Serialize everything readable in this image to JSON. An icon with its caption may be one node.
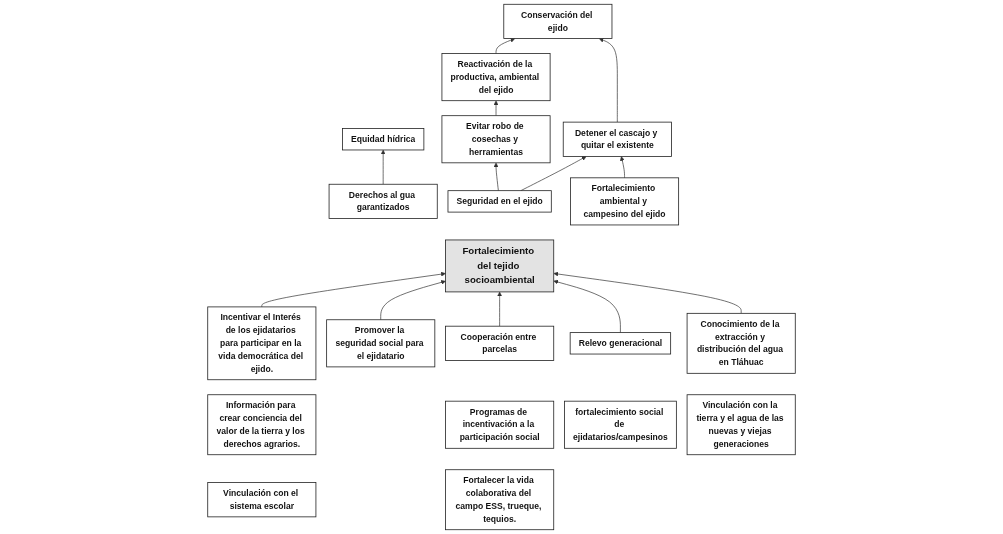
{
  "diagram": {
    "nodes": [
      {
        "text": [
          "Conservación del ejido"
        ]
      },
      {
        "text": [
          "Equidad hídrica"
        ]
      },
      {
        "text": [
          "Reactivación de la productiva, ambiental del ejido"
        ]
      },
      {
        "text": [
          "Evitar robo de cosechas y herramientas"
        ]
      },
      {
        "text": [
          "Detener el cascajo y quitar el existente"
        ]
      },
      {
        "text": [
          "Seguridad en el ejido"
        ]
      },
      {
        "text": [
          "Fortalecimiento ambiental y campesino del ejido"
        ]
      },
      {
        "text": [
          "Derechos al gua garantizados"
        ]
      },
      {
        "text": [
          "Fortalecimiento del tejido socioambiental"
        ]
      },
      {
        "text": [
          "Incentivar el Interés de los ejidatarios para participar en la vida democrática del ejido."
        ]
      },
      {
        "text": [
          "Promover la seguridad social para el ejidatario"
        ]
      },
      {
        "text": [
          "Cooperación entre parcelas"
        ]
      },
      {
        "text": [
          "Relevo generacional"
        ]
      },
      {
        "text": [
          "Conocimiento de la extracción y distribución del agua en Tláhuac"
        ]
      },
      {
        "text": [
          "Información para crear conciencia del valor de la tierra y los derechos agrarios."
        ]
      },
      {
        "text": [
          "Programas de incentivación a la participación social"
        ]
      },
      {
        "text": [
          "fortalecimiento social de ejidatarios/campesinos"
        ]
      },
      {
        "text": [
          "Vinculación con la tierra y el agua de las nuevas y viejas generaciones"
        ]
      },
      {
        "text": [
          "Vinculación con el sistema escolar"
        ]
      },
      {
        "text": [
          "Fortalecer la vida colaborativa del campo ESS, trueque, tequios."
        ]
      }
    ],
    "edges": [
      {
        "from": 2,
        "to": 0,
        "arrow": "to"
      },
      {
        "from": 4,
        "to": 0,
        "arrow": "to"
      },
      {
        "from": 3,
        "to": 2,
        "arrow": "to"
      },
      {
        "from": 5,
        "to": 3,
        "arrow": "to"
      },
      {
        "from": 5,
        "to": 4,
        "arrow": "to"
      },
      {
        "from": 6,
        "to": 4,
        "arrow": "to"
      },
      {
        "from": 7,
        "to": 1,
        "arrow": "to"
      },
      {
        "from": 9,
        "to": 8,
        "arrow": "to"
      },
      {
        "from": 10,
        "to": 8,
        "arrow": "to"
      },
      {
        "from": 11,
        "to": 8,
        "arrow": "to"
      },
      {
        "from": 12,
        "to": 8,
        "arrow": "to"
      },
      {
        "from": 13,
        "to": 8,
        "arrow": "to"
      }
    ]
  }
}
